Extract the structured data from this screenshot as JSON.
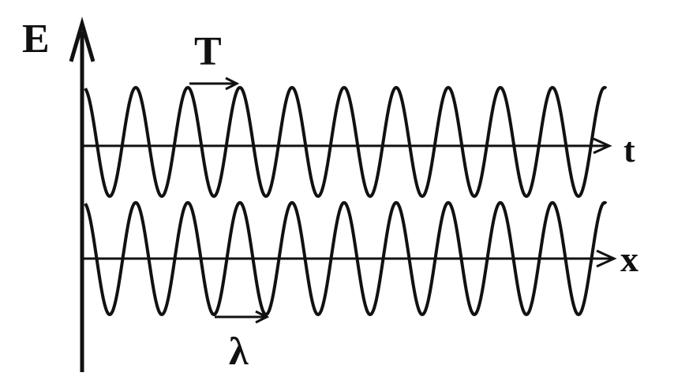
{
  "labels": {
    "y_axis": "E",
    "period": "T",
    "time_axis": "t",
    "space_axis": "x",
    "wavelength": "λ"
  },
  "colors": {
    "ink": "#111111",
    "background": "#ffffff"
  }
}
